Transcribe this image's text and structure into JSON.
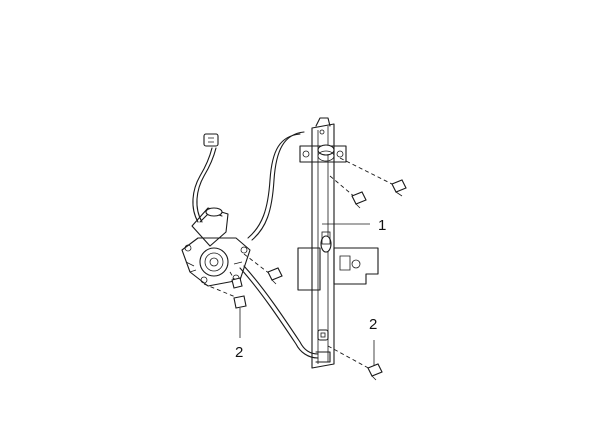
{
  "callouts": [
    {
      "id": "1",
      "text": "1"
    },
    {
      "id": "2a",
      "text": "2"
    },
    {
      "id": "2b",
      "text": "2"
    }
  ],
  "parts": [
    {
      "id": "window-regulator",
      "callout": "1"
    },
    {
      "id": "mounting-bolt",
      "callout": "2"
    }
  ]
}
